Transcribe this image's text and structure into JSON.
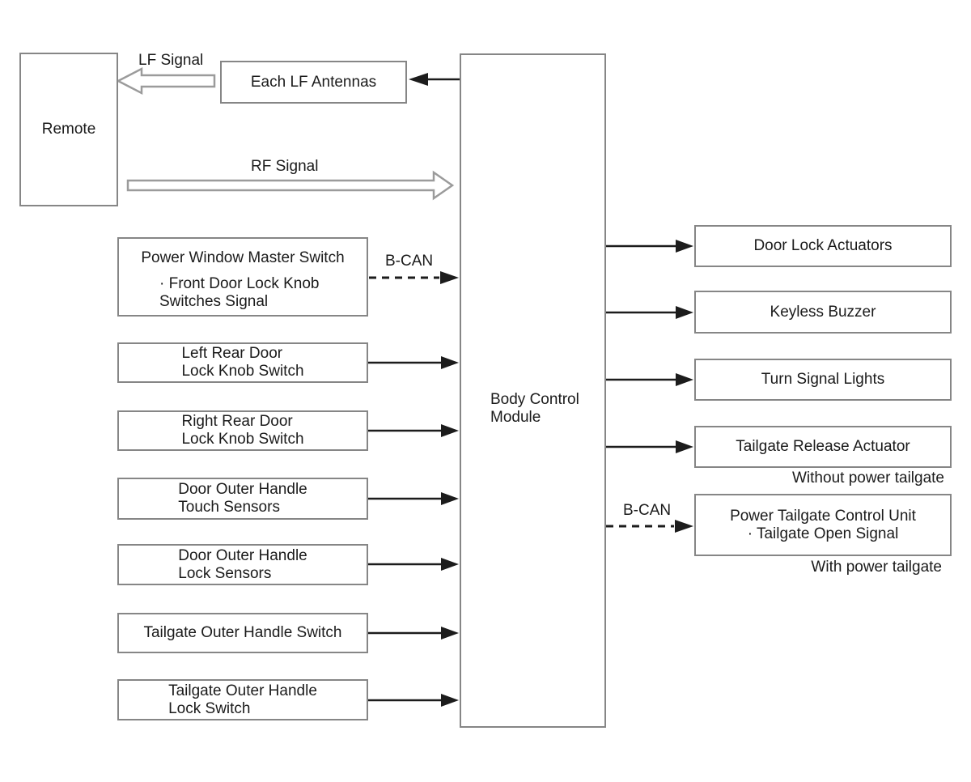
{
  "boxes": {
    "remote": {
      "label": "Remote"
    },
    "lf_antennas": {
      "label": "Each LF Antennas"
    },
    "bcm": {
      "line1": "Body Control",
      "line2": "Module"
    }
  },
  "labels": {
    "lf_signal": "LF Signal",
    "rf_signal": "RF Signal",
    "bcan_left": "B-CAN",
    "bcan_right": "B-CAN"
  },
  "inputs": [
    {
      "title": "Power Window Master Switch",
      "sub_line1": "· Front Door Lock Knob",
      "sub_line2": "Switches Signal"
    },
    {
      "line1": "Left Rear Door",
      "line2": "Lock Knob Switch"
    },
    {
      "line1": "Right Rear Door",
      "line2": "Lock Knob Switch"
    },
    {
      "line1": "Door Outer Handle",
      "line2": "Touch Sensors"
    },
    {
      "line1": "Door Outer Handle",
      "line2": "Lock Sensors"
    },
    {
      "line1": "Tailgate Outer Handle Switch"
    },
    {
      "line1": "Tailgate Outer Handle",
      "line2": "Lock Switch"
    }
  ],
  "outputs": [
    {
      "line1": "Door Lock Actuators"
    },
    {
      "line1": "Keyless Buzzer"
    },
    {
      "line1": "Turn Signal Lights"
    },
    {
      "line1": "Tailgate Release Actuator"
    },
    {
      "line1": "Power Tailgate Control Unit",
      "line2": "· Tailgate Open Signal"
    }
  ],
  "notes": {
    "without_power_tailgate": "Without power tailgate",
    "with_power_tailgate": "With power tailgate"
  },
  "colors": {
    "box_border": "#868686",
    "arrow_solid": "#1c1c1c",
    "hollow_arrow_outline": "#9b9b9b",
    "text": "#1b1b1b",
    "background": "#ffffff"
  }
}
